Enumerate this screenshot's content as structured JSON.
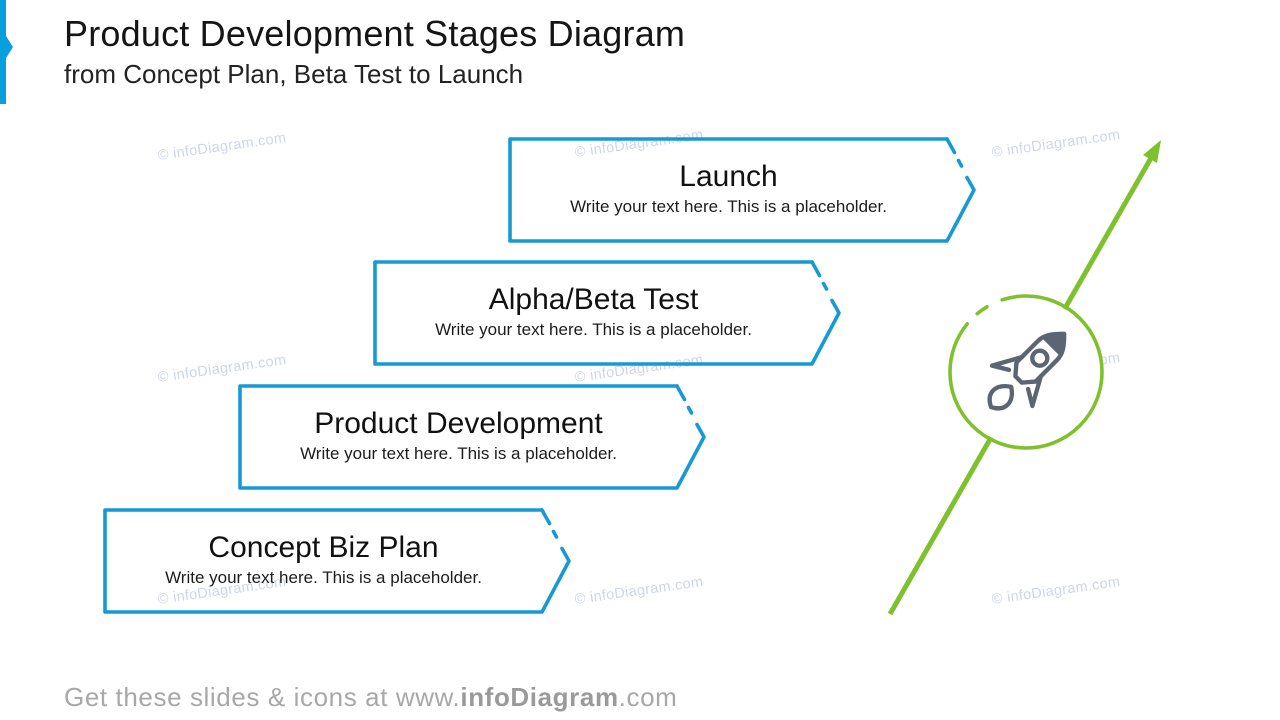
{
  "slide": {
    "title": "Product Development Stages Diagram",
    "subtitle": "from Concept Plan, Beta Test to Launch",
    "watermark_text": "© infoDiagram.com",
    "footer": {
      "prefix": "Get these slides & icons at www.",
      "brand": "infoDiagram",
      "suffix": ".com"
    }
  },
  "stages": [
    {
      "title": "Concept Biz Plan",
      "description": "Write your text here. This is a placeholder."
    },
    {
      "title": "Product Development",
      "description": "Write your text here. This is a placeholder."
    },
    {
      "title": "Alpha/Beta Test",
      "description": "Write your text here. This is a placeholder."
    },
    {
      "title": "Launch",
      "description": "Write your text here. This is a placeholder."
    }
  ],
  "icons": {
    "rocket": "rocket-icon",
    "arrow": "growth-arrow-icon",
    "accent": "accent-chevron-bar"
  },
  "colors": {
    "stage_border_blue": "#1799d4",
    "accent_bar_blue": "#08a0dc",
    "growth_green": "#7fc02d",
    "rocket_gray": "#5b6573",
    "watermark": "#c6cfe2",
    "footer_gray": "#a8a8a8",
    "text_black": "#111111"
  }
}
